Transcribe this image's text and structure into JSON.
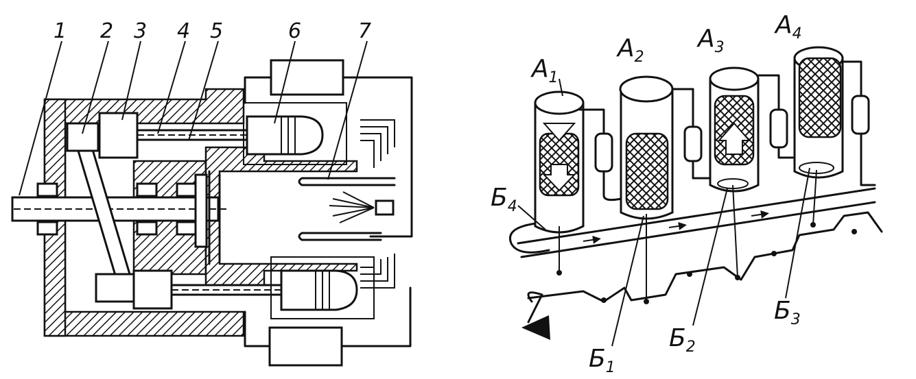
{
  "left_diagram": {
    "callouts": [
      "1",
      "2",
      "3",
      "4",
      "5",
      "6",
      "7"
    ]
  },
  "right_diagram": {
    "adsorbers": [
      {
        "letter": "А",
        "index": "1"
      },
      {
        "letter": "А",
        "index": "2"
      },
      {
        "letter": "А",
        "index": "3"
      },
      {
        "letter": "А",
        "index": "4"
      }
    ],
    "valves": [
      {
        "letter": "Б",
        "index": "1"
      },
      {
        "letter": "Б",
        "index": "2"
      },
      {
        "letter": "Б",
        "index": "3"
      },
      {
        "letter": "Б",
        "index": "4"
      }
    ]
  }
}
